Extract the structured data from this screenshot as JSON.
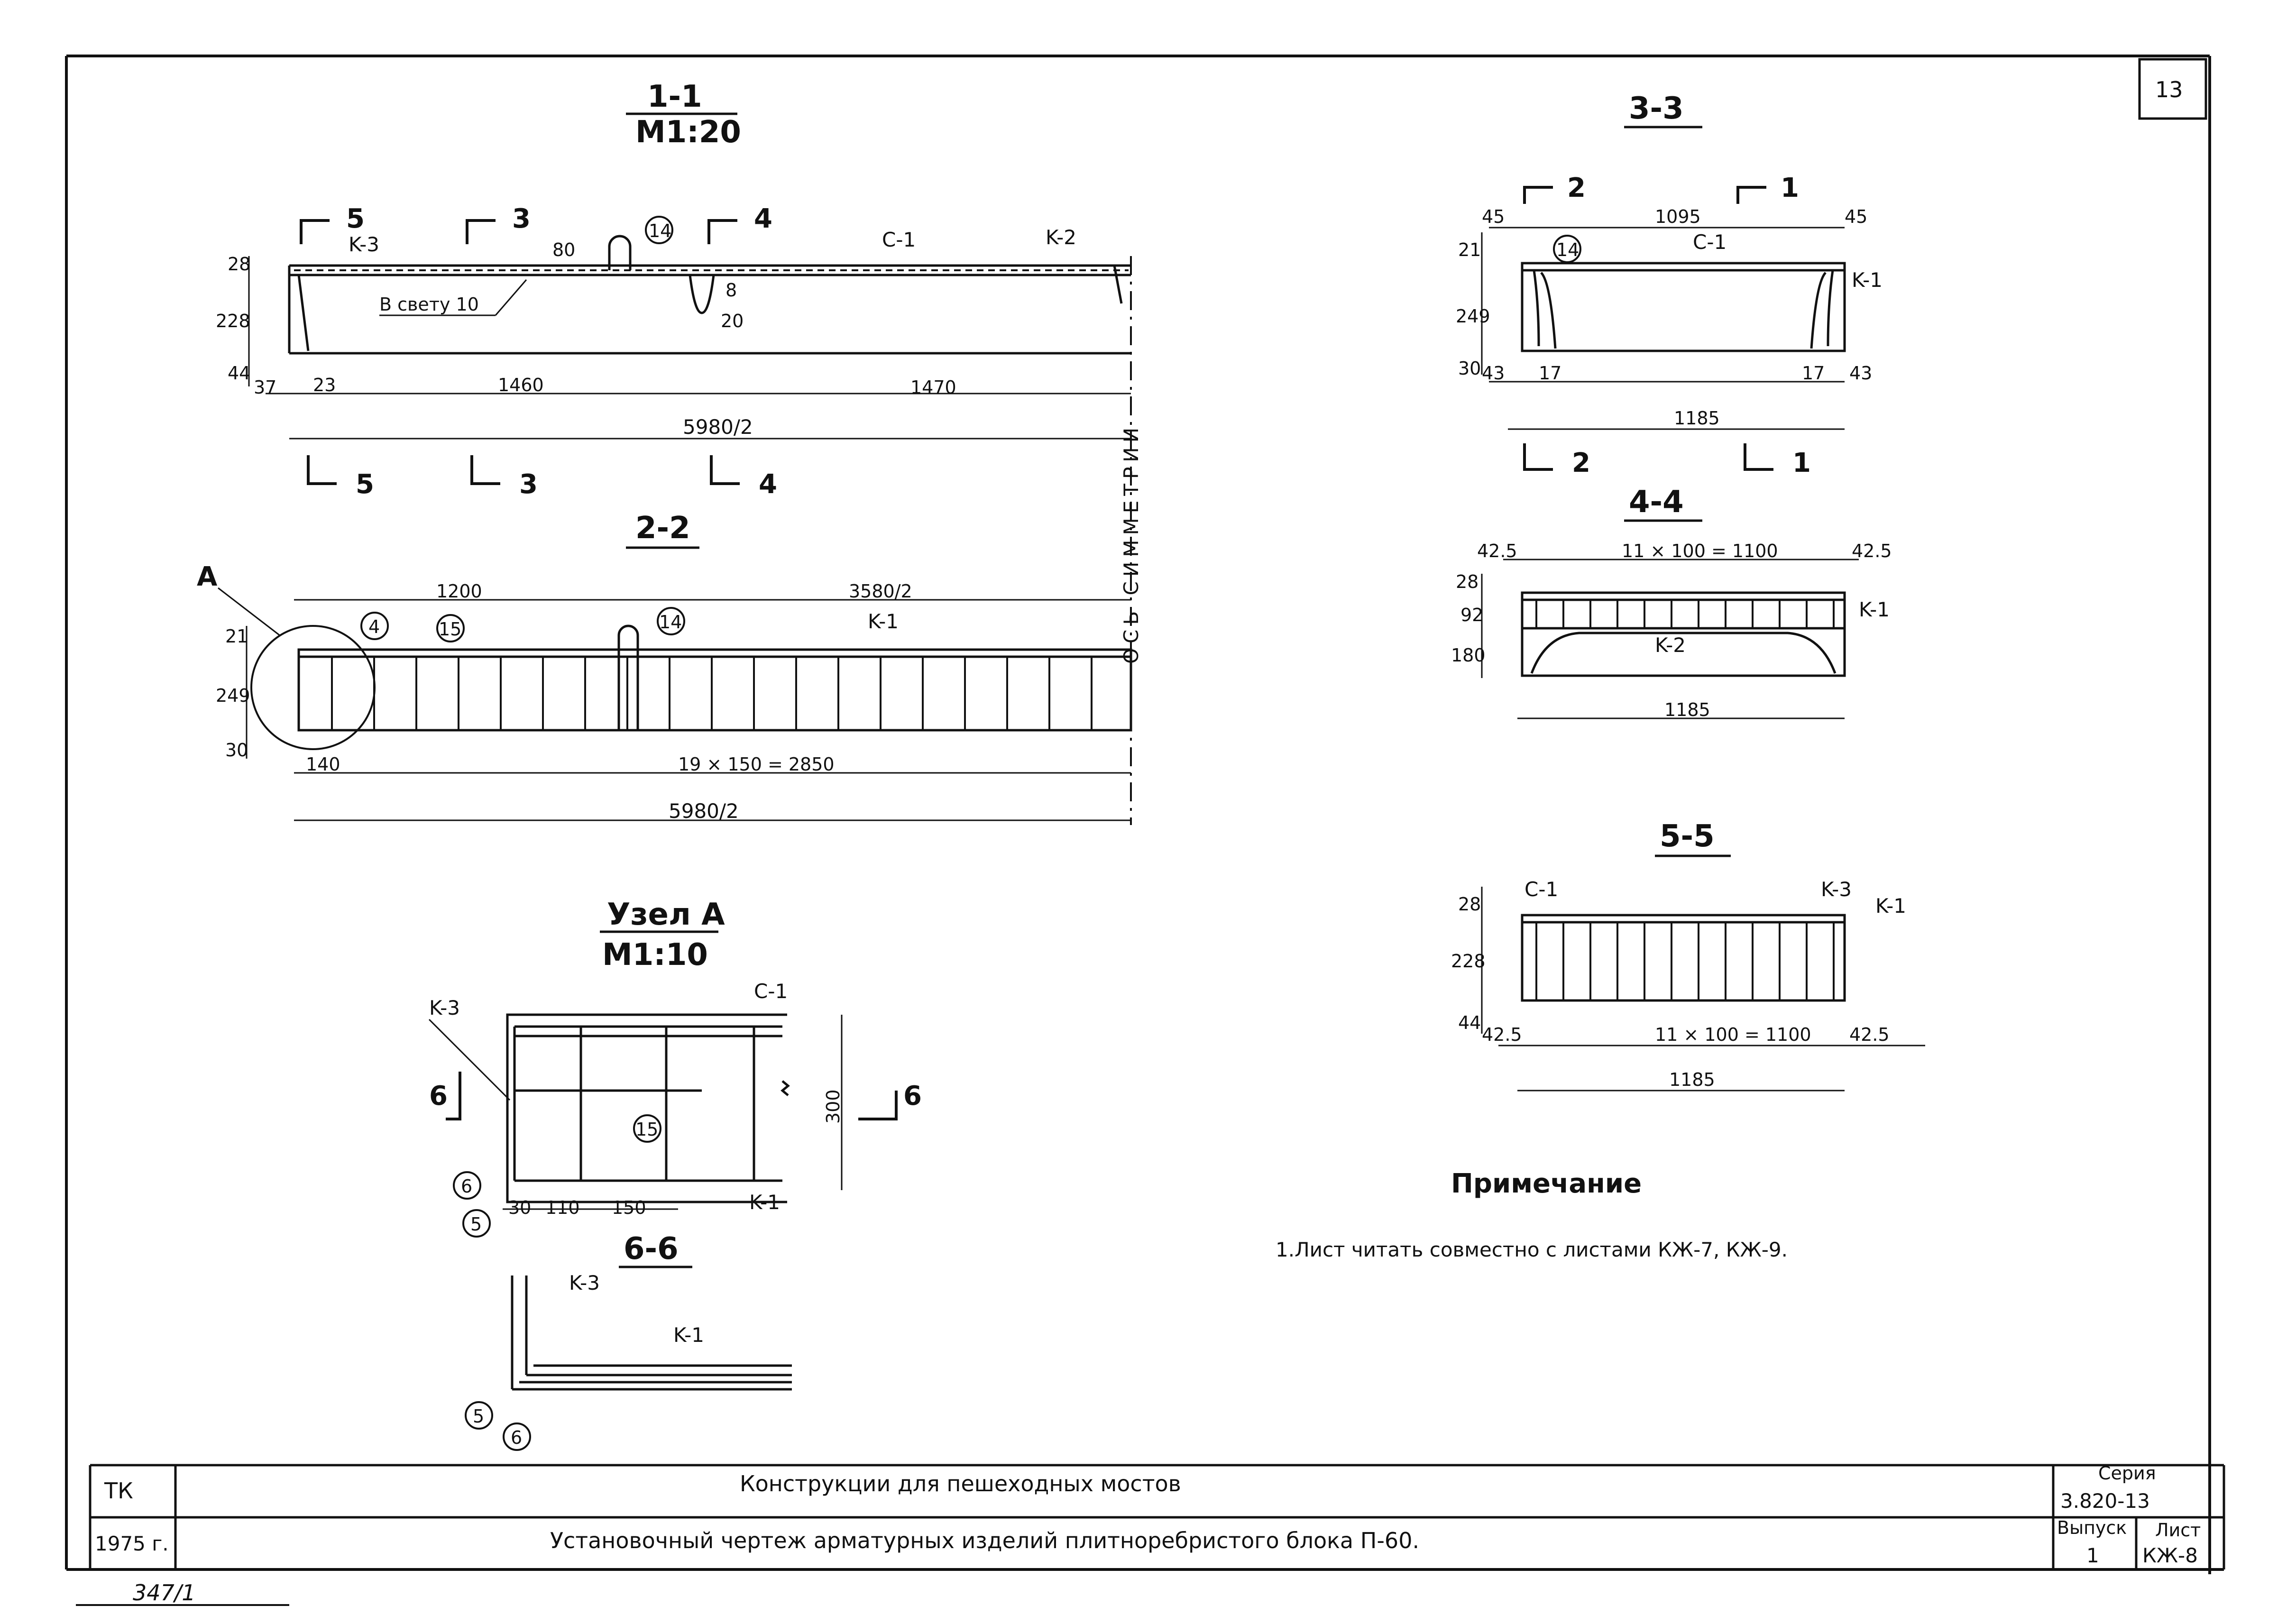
{
  "sheet_number": "13",
  "sections": {
    "s11": {
      "title": "1-1",
      "scale": "M1:20",
      "cut_labels": [
        "5",
        "3",
        "4",
        "5",
        "3",
        "4"
      ],
      "marks": [
        "K-3",
        "C-1",
        "K-2"
      ],
      "callout": "14",
      "note": "В свету 10",
      "dims_left": [
        "28",
        "228",
        "44"
      ],
      "dim_small": [
        "80",
        "8",
        "20"
      ],
      "dims_bottom": [
        "37",
        "23",
        "1460",
        "1470"
      ],
      "dim_total": "5980/2"
    },
    "s22": {
      "title": "2-2",
      "marks": [
        "K-1"
      ],
      "node_label": "A",
      "callouts": [
        "4",
        "15",
        "14"
      ],
      "dims_top": [
        "1200",
        "3580/2"
      ],
      "dims_left": [
        "21",
        "249",
        "30"
      ],
      "dims_bottom": [
        "140",
        "19 × 150 = 2850"
      ],
      "dim_total": "5980/2"
    },
    "axis": "ОСЬ СИММЕТРИИ",
    "s33": {
      "title": "3-3",
      "cut_labels": [
        "2",
        "1",
        "2",
        "1"
      ],
      "callout": "14",
      "marks": [
        "C-1",
        "K-1"
      ],
      "dims_top": [
        "45",
        "1095",
        "45"
      ],
      "dims_left": [
        "21",
        "249",
        "30"
      ],
      "dims_bottom": [
        "43",
        "17",
        "17",
        "43"
      ],
      "dim_total": "1185"
    },
    "s44": {
      "title": "4-4",
      "dims_top": [
        "42.5",
        "11 × 100 = 1100",
        "42.5"
      ],
      "dims_left": [
        "28",
        "92",
        "180"
      ],
      "marks": [
        "K-1",
        "K-2"
      ],
      "dim_total": "1185"
    },
    "s55": {
      "title": "5-5",
      "marks": [
        "C-1",
        "K-3",
        "K-1"
      ],
      "dims_left": [
        "28",
        "228",
        "44"
      ],
      "dims_bottom": [
        "42.5",
        "11 × 100 = 1100",
        "42.5"
      ],
      "dim_total": "1185"
    },
    "nodeA": {
      "title": "Узел А",
      "scale": "M1:10",
      "marks": [
        "K-3",
        "C-1",
        "K-1"
      ],
      "cut_labels": [
        "6",
        "6"
      ],
      "callouts": [
        "15",
        "6",
        "5"
      ],
      "dim_right": "300",
      "dims_bottom": [
        "30",
        "110",
        "150"
      ]
    },
    "s66": {
      "title": "6-6",
      "marks": [
        "K-3",
        "K-1"
      ],
      "callouts": [
        "5",
        "6"
      ]
    }
  },
  "note": {
    "heading": "Примечание",
    "text": "1.Лист читать совместно с листами КЖ-7, КЖ-9."
  },
  "title_block": {
    "org": "ТК",
    "year": "1975 г.",
    "title1": "Конструкции для пешеходных мостов",
    "title2": "Установочный чертеж арматурных изделий плитноребристого блока П-60.",
    "series_label": "Серия",
    "series_value": "3.820-13",
    "issue_label": "Выпуск",
    "issue_value": "1",
    "sheet_label": "Лист",
    "sheet_value": "КЖ-8"
  },
  "stamp": "347/1"
}
